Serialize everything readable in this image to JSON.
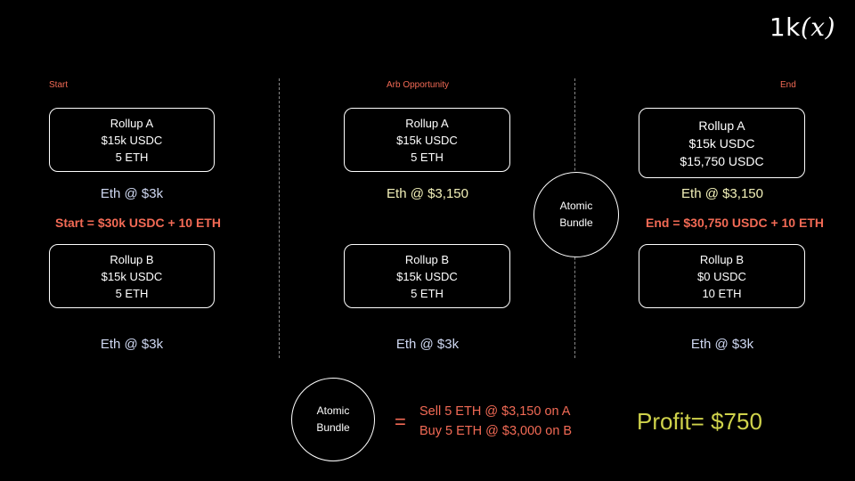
{
  "logo": {
    "prefix": "1k",
    "variable": "(x)"
  },
  "sections": {
    "start": "Start",
    "arb": "Arb Opportunity",
    "end": "End"
  },
  "start": {
    "rollup_a": {
      "name": "Rollup A",
      "usdc": "$15k USDC",
      "eth": "5 ETH"
    },
    "eth_price_a": "Eth @ $3k",
    "total": "Start = $30k USDC + 10 ETH",
    "rollup_b": {
      "name": "Rollup B",
      "usdc": "$15k USDC",
      "eth": "5 ETH"
    },
    "eth_price_b": "Eth @ $3k"
  },
  "arb": {
    "rollup_a": {
      "name": "Rollup A",
      "usdc": "$15k USDC",
      "eth": "5 ETH"
    },
    "eth_price_a": "Eth @ $3,150",
    "rollup_b": {
      "name": "Rollup B",
      "usdc": "$15k USDC",
      "eth": "5 ETH"
    },
    "eth_price_b": "Eth @ $3k"
  },
  "bundle": {
    "line1": "Atomic",
    "line2": "Bundle"
  },
  "end": {
    "rollup_a": {
      "name": "Rollup A",
      "usdc": "$15k USDC",
      "extra": "$15,750 USDC"
    },
    "eth_price_a": "Eth @ $3,150",
    "total": "End = $30,750 USDC + 10 ETH",
    "rollup_b": {
      "name": "Rollup B",
      "usdc": "$0 USDC",
      "eth": "10 ETH"
    },
    "eth_price_b": "Eth @ $3k"
  },
  "legend": {
    "bundle": {
      "line1": "Atomic",
      "line2": "Bundle"
    },
    "equals": "=",
    "trade1": "Sell 5 ETH @ $3,150 on A",
    "trade2": "Buy 5 ETH @ $3,000 on B",
    "profit": "Profit= $750"
  },
  "colors": {
    "accent_red": "#f26a55",
    "price_blue": "#cfd8f2",
    "price_yellow": "#f2f0b8",
    "profit_yellow": "#cfd24b",
    "background": "#000000"
  }
}
